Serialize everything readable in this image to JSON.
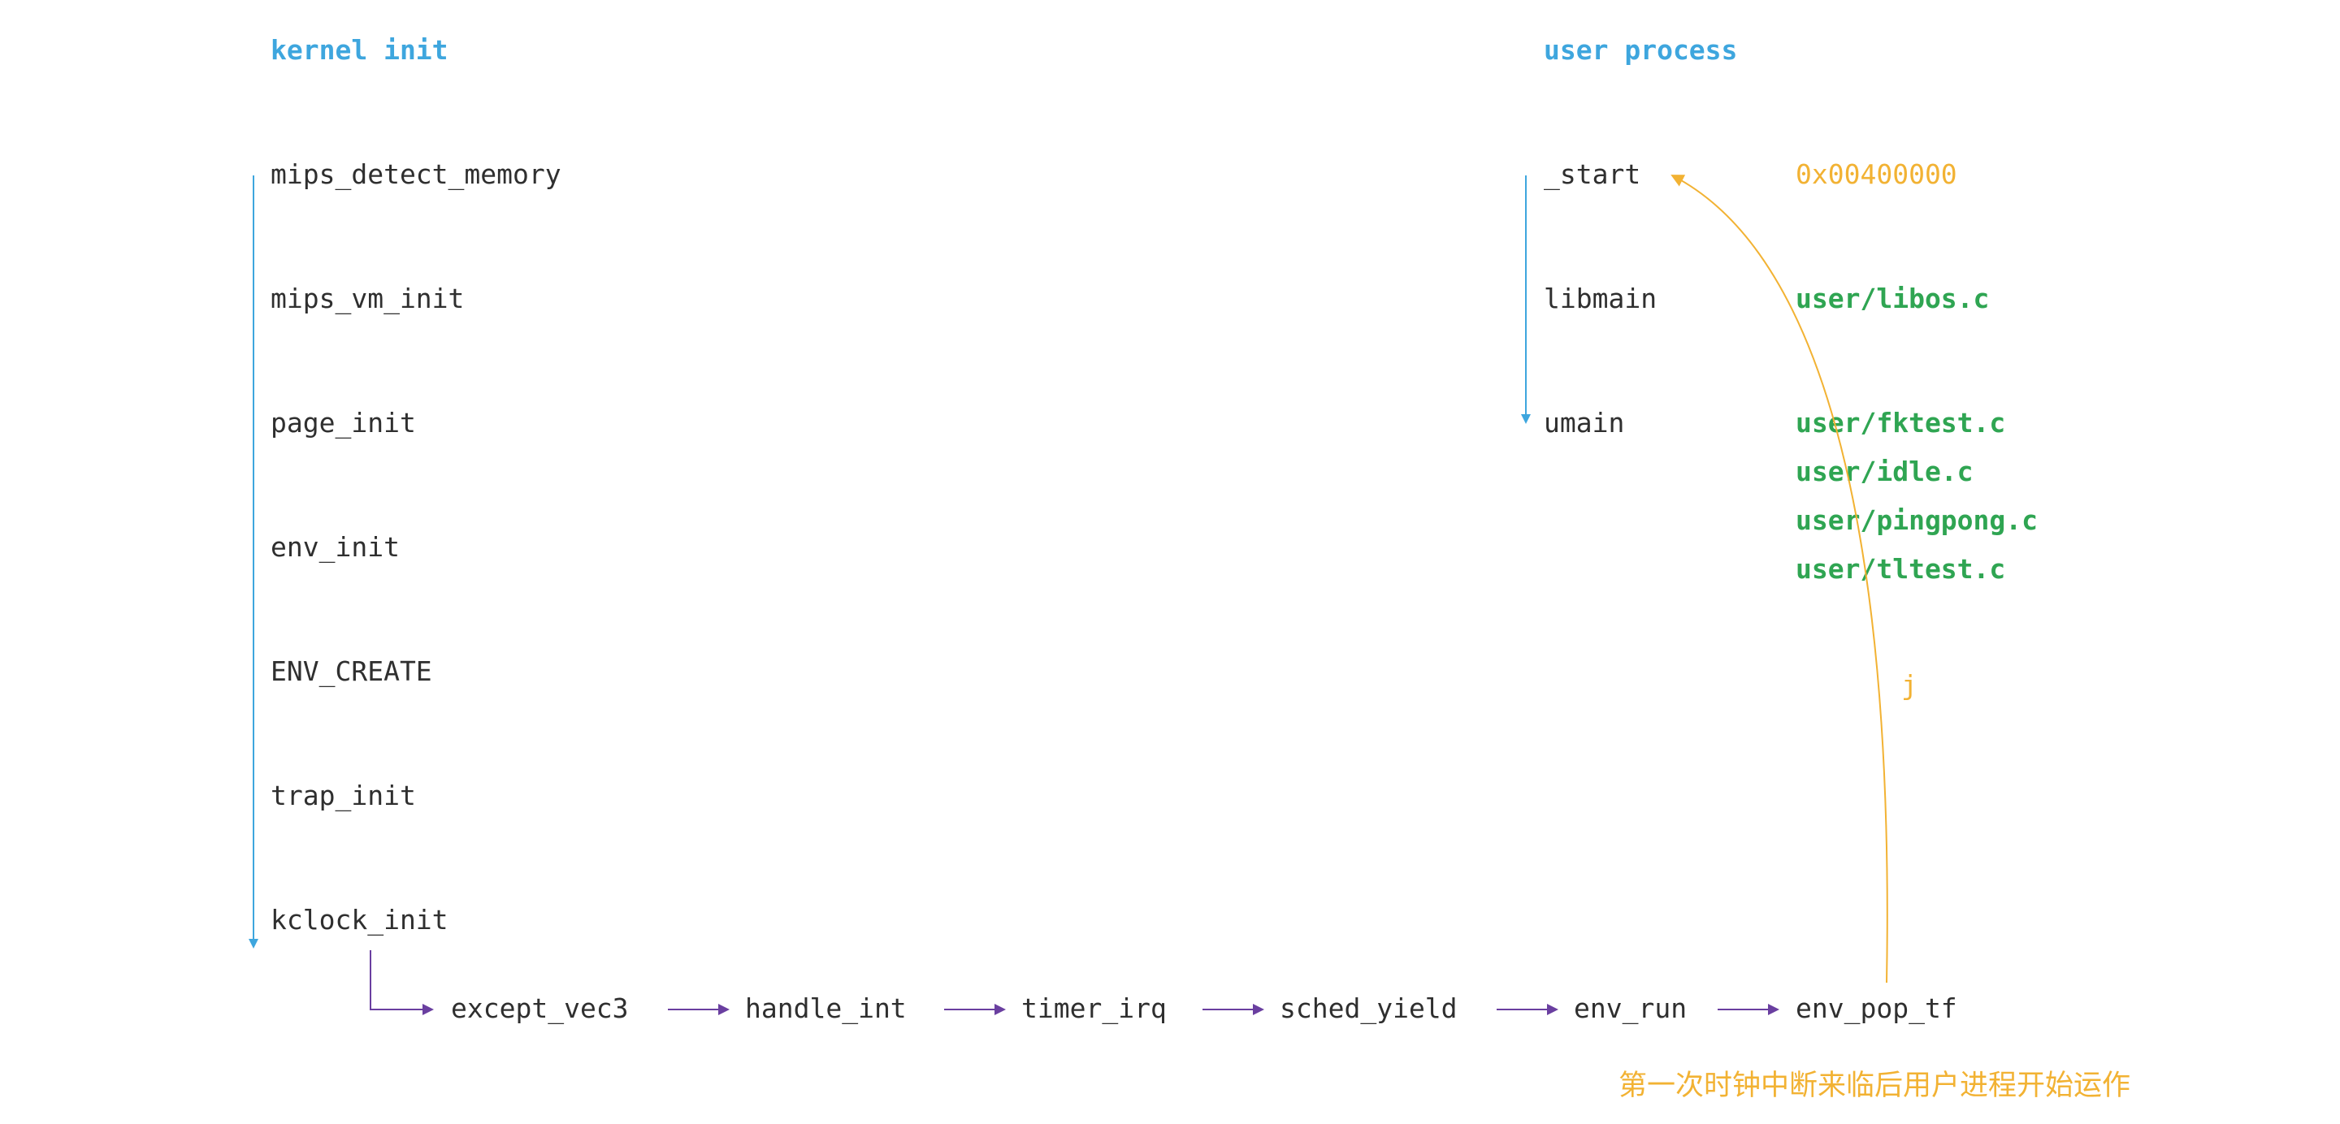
{
  "kernel": {
    "title": "kernel init",
    "steps": [
      "mips_detect_memory",
      "mips_vm_init",
      "page_init",
      "env_init",
      "ENV_CREATE",
      "trap_init",
      "kclock_init"
    ]
  },
  "user": {
    "title": "user process",
    "steps": [
      "_start",
      "libmain",
      "umain"
    ],
    "start_address": "0x00400000",
    "libmain_file": "user/libos.c",
    "umain_files": [
      "user/fktest.c",
      "user/idle.c",
      "user/pingpong.c",
      "user/tltest.c"
    ]
  },
  "interrupt_chain": [
    "except_vec3",
    "handle_int",
    "timer_irq",
    "sched_yield",
    "env_run",
    "env_pop_tf"
  ],
  "jump_label": "j",
  "annotation": "第一次时钟中断来临后用户进程开始运作",
  "colors": {
    "heading": "#3ea6de",
    "kernel_flow": "#3ea6de",
    "interrupt_flow": "#6a3fa0",
    "jump": "#f2b233",
    "file": "#2fa552",
    "text": "#2f2f2f"
  }
}
